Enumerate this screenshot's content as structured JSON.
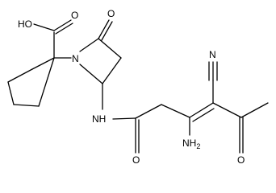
{
  "molecule": {
    "atoms": {
      "carboxyl_oh": "HO",
      "carboxyl_o": "O",
      "lactam_o": "O",
      "ring_n": "N",
      "nitrile_n": "N",
      "amide_nh": "NH",
      "amide_o": "O",
      "amino": "NH",
      "amino_sub": "2",
      "ketone_o": "O"
    },
    "colors": {
      "bond": "#000000",
      "label": "#000000",
      "background": "#ffffff"
    }
  }
}
